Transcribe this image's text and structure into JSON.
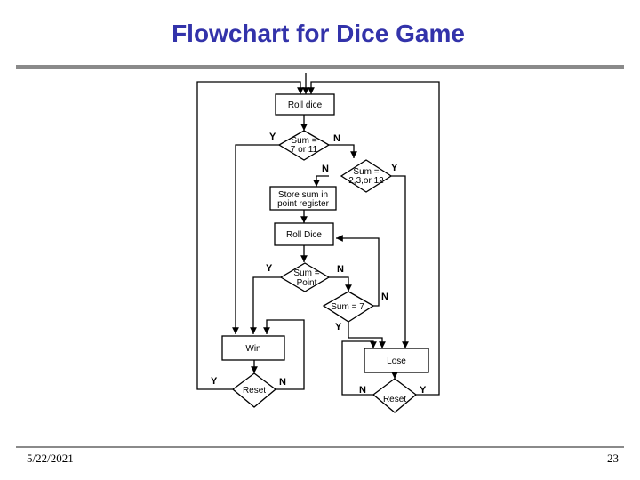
{
  "slide": {
    "title": "Flowchart for Dice Game",
    "date": "5/22/2021",
    "page": "23"
  },
  "flowchart": {
    "roll_dice": "Roll dice",
    "sum_7_11": [
      "Sum =",
      "7 or 11"
    ],
    "sum_2_3_12": [
      "Sum =",
      "2,3,or 12"
    ],
    "store_sum": [
      "Store sum in",
      "point register"
    ],
    "roll_dice_2": "Roll Dice",
    "sum_point": [
      "Sum =",
      "Point"
    ],
    "sum_7": "Sum = 7",
    "win": "Win",
    "lose": "Lose",
    "reset": "Reset",
    "yes": "Y",
    "no": "N"
  }
}
